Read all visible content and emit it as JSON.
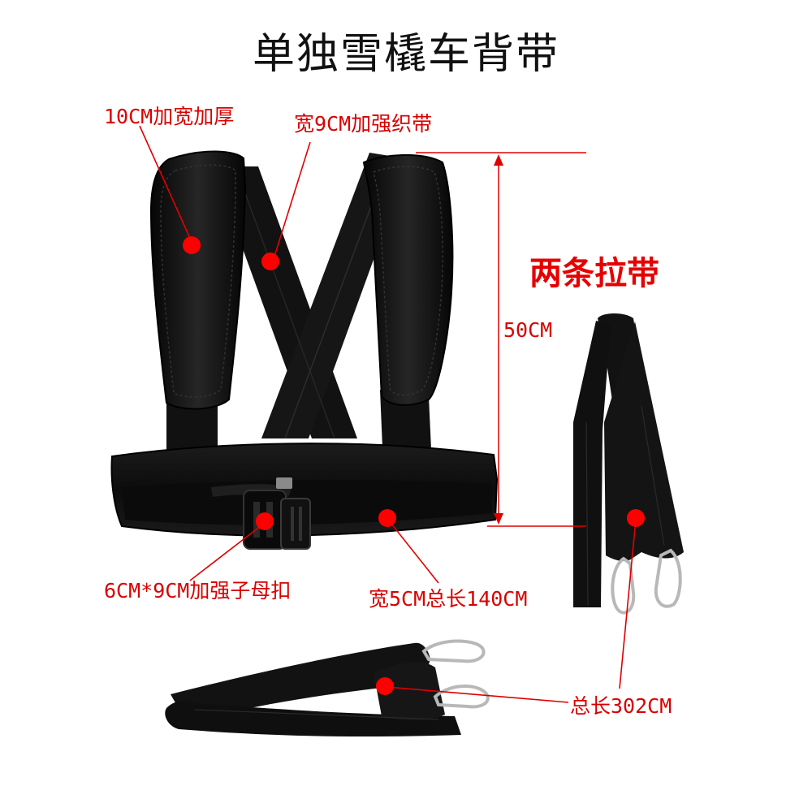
{
  "title": "单独雪橇车背带",
  "section_heading": "两条拉带",
  "callouts": {
    "shoulder_pad": "10CM加宽加厚",
    "cross_strap": "宽9CM加强织带",
    "height": "50CM",
    "buckle": "6CM*9CM加强子母扣",
    "belt": "宽5CM总长140CM",
    "pull_strap_length": "总长302CM"
  },
  "colors": {
    "title_text": "#111111",
    "callout_text": "#d90000",
    "heading_text": "#e60000",
    "marker": "#ff0000",
    "leader_line": "#e00000",
    "webbing": "#101010",
    "webbing_highlight": "#2a2a2a",
    "metal": "#b8b8b8"
  },
  "icons": {
    "marker": "red-dot-marker",
    "buckle": "side-release-buckle-icon",
    "hook": "carabiner-hook-icon"
  }
}
